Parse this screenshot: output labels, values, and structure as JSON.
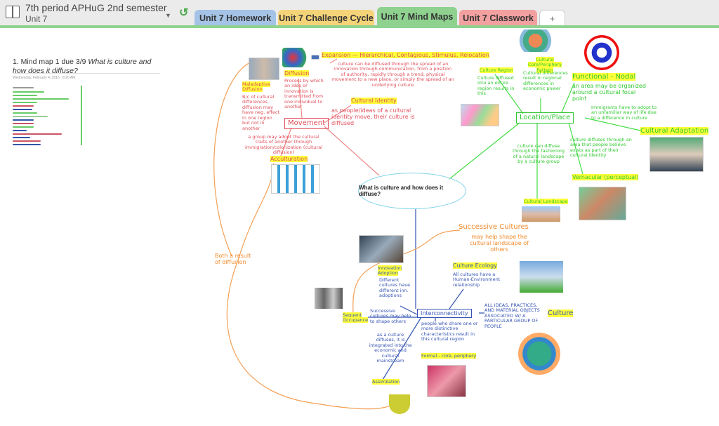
{
  "header": {
    "notebook_title": "7th period APHuG 2nd semester",
    "section": "Unit 7",
    "tabs": [
      {
        "label": "Unit 7 Homework",
        "color": "#a4c3e6"
      },
      {
        "label": "Unit 7 Challenge Cycle",
        "color": "#f5d479"
      },
      {
        "label": "Unit 7 Mind Maps",
        "color": "#8fd18f",
        "active": true
      },
      {
        "label": "Unit 7 Classwork",
        "color": "#f2a0a0"
      },
      {
        "label": "+"
      }
    ]
  },
  "page": {
    "title_prefix": "1.  Mind map 1 due 3/9 ",
    "title_italic": "What is culture and how does it diffuse?",
    "date": "Wednesday, February 4, 2015",
    "time": "8:20 AM"
  },
  "map": {
    "center": "What is culture and how does it diffuse?",
    "red": {
      "expansion": "Expansion — Hierarchical, Contagious, Stimulus, Relocation",
      "expansion_note": "culture can be diffused through the spread of an innovation through communication, from a position of authority, rapidly through a trend, physical movement to a new place, or simply the spread of an underlying culture",
      "diffusion": "Diffusion",
      "diffusion_note": "Process by which an idea or innovation is transmitted from one individual to another",
      "maladaptive": "Maladaptive Diffusion",
      "maladaptive_note": "B/c of cultural differences diffusion may have neg. effect in one region but not in another",
      "movement": "Movement",
      "identity": "Cultural Identity",
      "identity_note": "as people/ideas of a cultural identity move, their culture is diffused",
      "accult_note": "a group may adopt the cultural traits of another through immigration/colonization (cultural diffusion)",
      "acculturation": "Acculturation"
    },
    "green": {
      "region": "Culture Region",
      "region_note": "Culture diffused into an entire region results in this",
      "core": "Cultural Core/Periphery Pattern",
      "core_note": "Cultural differences result in regional differences in economic power",
      "functional": "Functional - Nodal",
      "functional_note": "an area may be organized around a cultural focal point",
      "location": "Location/Place",
      "adapt_note": "Immigrants have to adopt to an unfamiliar way of life due to a difference in culture",
      "adaptation": "Cultural Adaptation",
      "vern_note": "culture diffuses through an area that people believe exists as part of their cultural identity",
      "vernacular": "Vernacular (perceptual)",
      "landscape_note": "culture can diffuse through the fashioning of a natural landscape by a culture group",
      "landscape": "Cultural Landscape"
    },
    "blue": {
      "successive": "Successive Cultures",
      "successive_note": "may help shape the cultural landscape of others",
      "ecology": "Culture Ecology",
      "ecology_note": "All cultures have a Human-Environment relationship",
      "innovation": "Innovation Adoption",
      "innovation_note": "Different cultures have different inn. adoptions",
      "interconnectivity": "Interconnectivity",
      "sequent": "Sequent Occupance",
      "sequent_note": "Successive cultures may help to shape others",
      "culture_note": "ALL IDEAS, PRACTICES, AND MATERIAL OBJECTS ASSOCIATED W/ A PARTICULAR GROUP OF PEOPLE",
      "culture": "Culture",
      "formal_note": "people who share one or more distinctive characteristics result in this cultural region",
      "formal": "Formal - core, periphery",
      "assim_note": "as a culture diffuses, it is integrated into the economic and cultural mainstream",
      "assimilation": "Assimilation",
      "both": "Both a result of diffusion"
    }
  }
}
